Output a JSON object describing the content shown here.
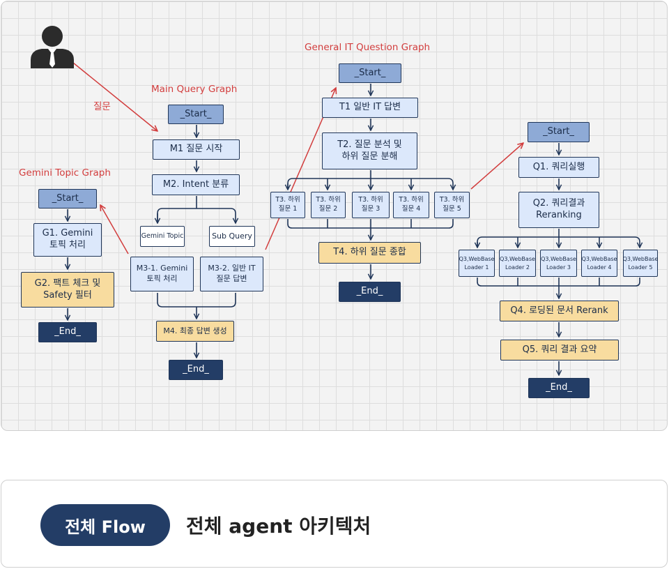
{
  "diagram": {
    "question_label": "질문",
    "gemini": {
      "title": "Gemini Topic Graph",
      "start": "_Start_",
      "g1": "G1. Gemini\n토픽 처리",
      "g2": "G2. 팩트 체크 및\nSafety 필터",
      "end": "_End_"
    },
    "main": {
      "title": "Main Query Graph",
      "start": "_Start_",
      "m1": "M1  질문 시작",
      "m2": "M2. Intent 분류",
      "branch_gemini": "Gemini Topic",
      "branch_sub": "Sub Query",
      "m3_1": "M3-1. Gemini\n토픽 처리",
      "m3_2": "M3-2. 일반 IT\n질문 답변",
      "m4": "M4. 최종 답변 생성",
      "end": "_End_"
    },
    "general": {
      "title": "General IT Question Graph",
      "start": "_Start_",
      "t1": "T1  일반 IT 답변",
      "t2": "T2. 질문 분석 및\n하위 질문 분해",
      "t3": [
        "T3. 하위\n질문 1",
        "T3. 하위\n질문 2",
        "T3. 하위\n질문 3",
        "T3. 하위\n질문 4",
        "T3. 하위\n질문 5"
      ],
      "t4": "T4. 하위 질문 종합",
      "end": "_End_"
    },
    "query": {
      "start": "_Start_",
      "q1": "Q1. 쿼리실행",
      "q2": "Q2. 쿼리결과\nReranking",
      "q3": [
        "Q3,WebBase\nLoader 1",
        "Q3,WebBase\nLoader 2",
        "Q3,WebBase\nLoader 3",
        "Q3,WebBase\nLoader 4",
        "Q3,WebBase\nLoader 5"
      ],
      "q4": "Q4. 로딩된 문서 Rerank",
      "q5": "Q5. 쿼리 결과 요약",
      "end": "_End_"
    }
  },
  "footer": {
    "pill": "전체 Flow",
    "title": "전체 agent 아키텍처"
  },
  "colors": {
    "start": "#8eaad6",
    "light": "#dce8fb",
    "yellow": "#f8dc9f",
    "end": "#233d66",
    "accent_red": "#d23d3d"
  }
}
